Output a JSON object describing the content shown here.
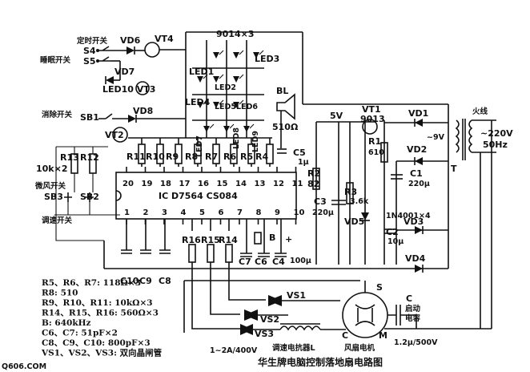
{
  "labels": {
    "timer_switch": "定时开关",
    "s4": "S4",
    "s5": "S5",
    "sleep_switch": "睡眠开关",
    "vd6": "VD6",
    "vt4": "VT4",
    "vd7": "VD7",
    "led10_vt3": "LED10 VT3",
    "cancel_switch": "消除开关",
    "sb1": "SB1",
    "vd8": "VD8",
    "vt2": "VT2",
    "led4": "LED4",
    "led1": "LED1",
    "led2": "LED2",
    "led3": "LED3",
    "led5": "LED5",
    "led6": "LED6",
    "led7": "LED7",
    "led8": "LED8",
    "led9": "LED9",
    "tr_array": "9014×3",
    "r13": "R13",
    "r12": "R12",
    "r11": "R11",
    "r10": "R10",
    "r9": "R9",
    "r8": "R8",
    "r7": "R7",
    "r6": "R6",
    "r5": "R5",
    "r4": "R4",
    "k10x2": "10k×2",
    "breeze_switch": "微风开关",
    "sb3": "SB3",
    "sb2": "SB2",
    "speed_switch": "调速开关",
    "ic_label": "IC D7564 CS084",
    "bl": "BL",
    "r510": "510Ω",
    "c5": "C5",
    "c5_val": "1μ",
    "r2": "R2",
    "r2_val": "82",
    "c3": "C3",
    "c3_val": "220μ",
    "r3": "R3",
    "r3_val": "3.6k",
    "vd5": "VD5",
    "v5": "5V",
    "vt1": "VT1",
    "vt1_type": "9013",
    "r1": "R1",
    "r1_val": "610",
    "vd1": "VD1",
    "vd2": "VD2",
    "v9": "~9V",
    "c1": "C1",
    "c1_val": "220μ",
    "diodes": "1N4001×4",
    "c2": "C2",
    "c2_val": "10μ",
    "vd3": "VD3",
    "vd4": "VD4",
    "t": "T",
    "live": "火线",
    "ac": "~220V",
    "hz": "50Hz",
    "b": "B",
    "c7": "C7",
    "c6": "C6",
    "c4": "C4",
    "c4_val": "100μ",
    "c10": "C10",
    "c9": "C9",
    "c8": "C8",
    "r16": "R16",
    "r15": "R15",
    "r14": "R14",
    "vs1": "VS1",
    "vs2": "VS2",
    "vs3": "VS3",
    "s": "S",
    "c_cap": "C",
    "start_cap": "启动",
    "cap_word": "电容",
    "m_c": "C",
    "m_m": "M",
    "rating": "1~2A/400V",
    "reactor": "调速电抗器L",
    "fan_motor": "风扇电机",
    "cap_val": "1.2μ/500V",
    "plus": "+",
    "title": "华生牌电脑控制落地扇电路图",
    "watermark": "Q606.COM"
  },
  "ic_pins_top": [
    "20",
    "19",
    "18",
    "17",
    "16",
    "15",
    "14",
    "13",
    "12",
    "11"
  ],
  "ic_pins_bottom": [
    "1",
    "2",
    "3",
    "4",
    "5",
    "6",
    "7",
    "8",
    "9",
    "10"
  ],
  "legend": [
    "R5、R6、R7: 118Ω×3",
    "R8: 510",
    "R9、R10、R11: 10kΩ×3",
    "R14、R15、R16: 560Ω×3",
    "B: 640kHz",
    "C6、C7: 51pF×2",
    "C8、C9、C10: 800pF×3",
    "VS1、VS2、VS3: 双向晶闸管"
  ]
}
